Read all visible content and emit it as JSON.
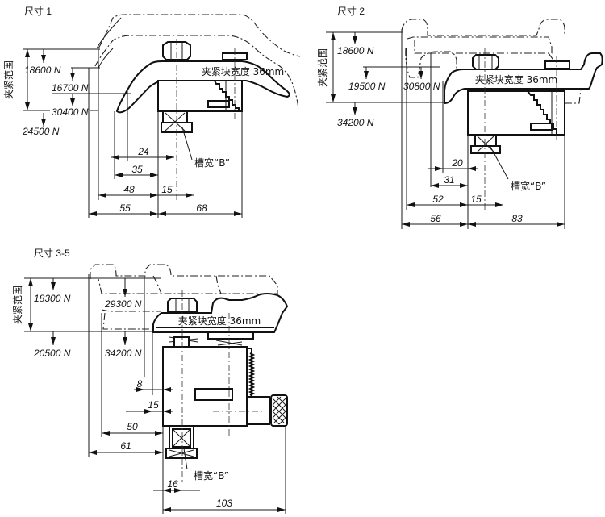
{
  "common": {
    "clamp_width_label": "夹紧块宽度 36mm",
    "slot_label": "槽宽“B”",
    "clamp_range_label": "夹紧范围"
  },
  "views": [
    {
      "title": "尺寸 1",
      "forces": {
        "top_outer": "18600 N",
        "top_inner": "16700 N",
        "bottom_inner": "30400 N",
        "bottom_outer": "24500 N"
      },
      "dims": [
        "24",
        "35",
        "48",
        "15",
        "55",
        "68"
      ]
    },
    {
      "title": "尺寸 2",
      "forces": {
        "top_outer": "18600 N",
        "top_inner": "19500 N",
        "bottom_inner": "30800 N",
        "bottom_outer": "34200 N"
      },
      "dims": [
        "20",
        "31",
        "52",
        "15",
        "56",
        "83"
      ]
    },
    {
      "title": "尺寸 3-5",
      "forces": {
        "top_outer": "18300 N",
        "top_inner": "29300 N",
        "bottom_inner": "34200 N",
        "bottom_outer": "20500 N"
      },
      "dims": [
        "8",
        "15",
        "50",
        "61",
        "16",
        "103"
      ]
    }
  ]
}
